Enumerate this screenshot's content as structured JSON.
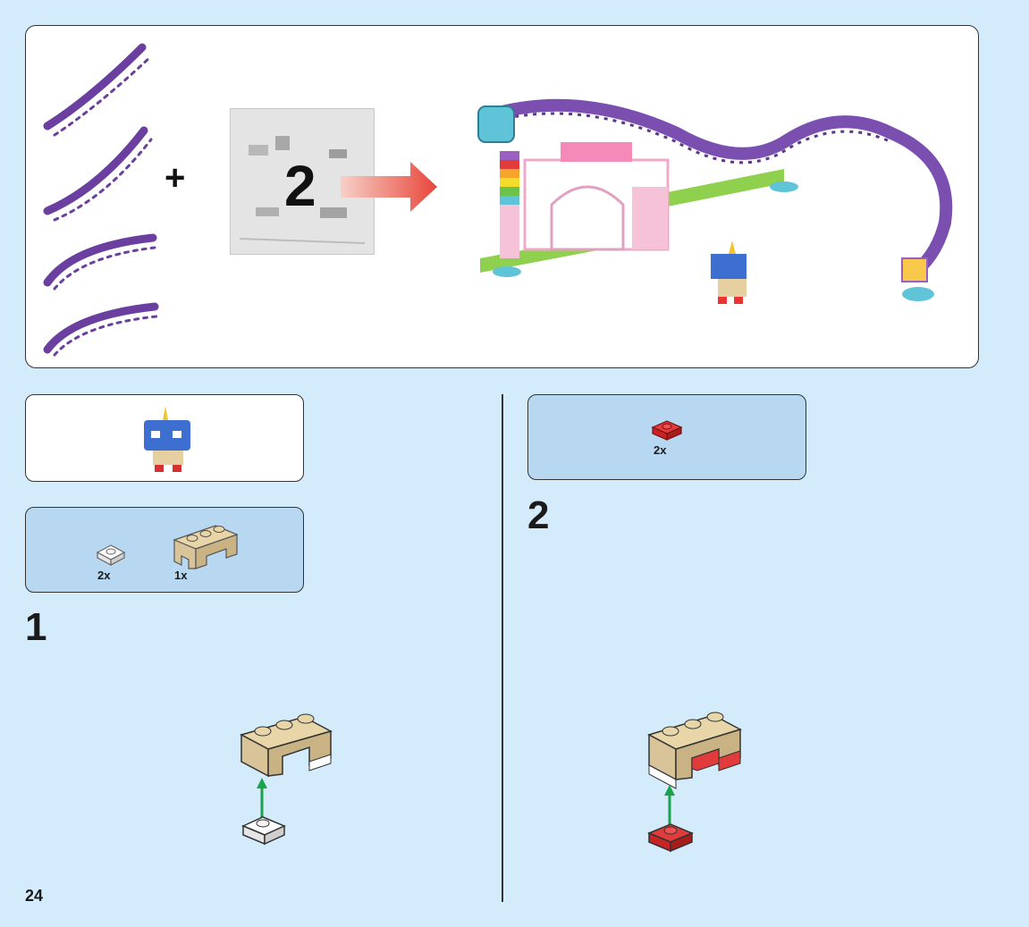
{
  "overview": {
    "plus_symbol": "+",
    "bag_number": "2",
    "track_icon": "purple-track-piece-icon",
    "bag_icon": "parts-bag-icon",
    "arrow_icon": "red-arrow-icon",
    "model_icon": "roller-coaster-model-icon"
  },
  "minifig_panel": {
    "icon": "unikitty-figure-icon"
  },
  "step1": {
    "number": "1",
    "parts": [
      {
        "icon": "white-plate-1x1-icon",
        "qty": "2x"
      },
      {
        "icon": "tan-arch-1x3-icon",
        "qty": "1x"
      }
    ]
  },
  "step2": {
    "number": "2",
    "parts": [
      {
        "icon": "red-plate-1x1-icon",
        "qty": "2x"
      }
    ]
  },
  "page_number": "24",
  "colors": {
    "background": "#d3ebfa",
    "parts_panel": "#b8d8f2",
    "track": "#7a4fb0",
    "arch": "#d9c49a",
    "arrow": "#e8463a",
    "install_arrow": "#1aa34a"
  }
}
